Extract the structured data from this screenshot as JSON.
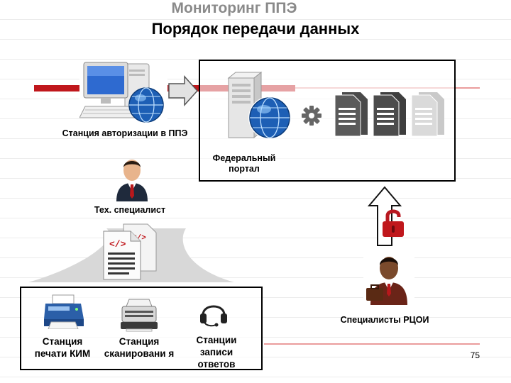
{
  "header": {
    "title": "Мониторинг ППЭ",
    "subtitle": "Порядок передачи данных"
  },
  "nodes": {
    "auth_station": "Станция авторизации в ППЭ",
    "federal_portal": "Федеральный портал",
    "tech_specialist": "Тех. специалист",
    "rcoi_specialists": "Специалисты РЦОИ",
    "print_station": "Станция печати КИМ",
    "scan_station": "Станция сканировани я",
    "record_station": "Станции записи ответов"
  },
  "footer": {
    "page_number": "75"
  },
  "icons": {
    "workstation": "computer-globe-icon",
    "server": "server-globe-icon",
    "gear": "gear-icon",
    "documents": "documents-icon",
    "code_documents": "code-documents-icon",
    "lock": "open-lock-icon",
    "tech": "person-tie-icon",
    "rcoi": "person-briefcase-icon",
    "printer": "printer-icon",
    "scanner": "scanner-icon",
    "headset": "headset-icon"
  },
  "colors": {
    "accent_red": "#c0171c",
    "thin_line": "#d43a3a",
    "title_gray": "#8a8a8a",
    "arrow_gray": "#d9d9d9"
  }
}
